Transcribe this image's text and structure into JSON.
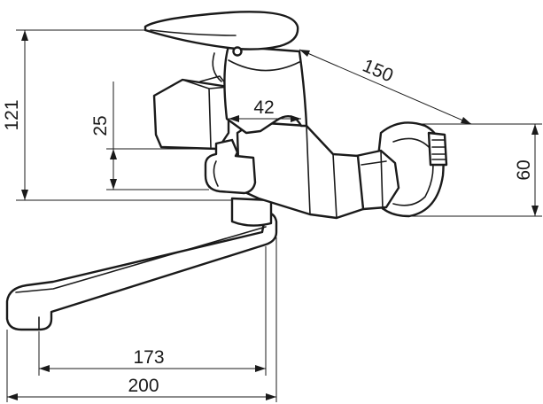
{
  "drawing": {
    "dimensions": {
      "total_height": "121",
      "lever_height": "25",
      "body_width": "42",
      "depth": "150",
      "connection_height": "60",
      "spout_reach": "173",
      "overall_length": "200"
    }
  }
}
